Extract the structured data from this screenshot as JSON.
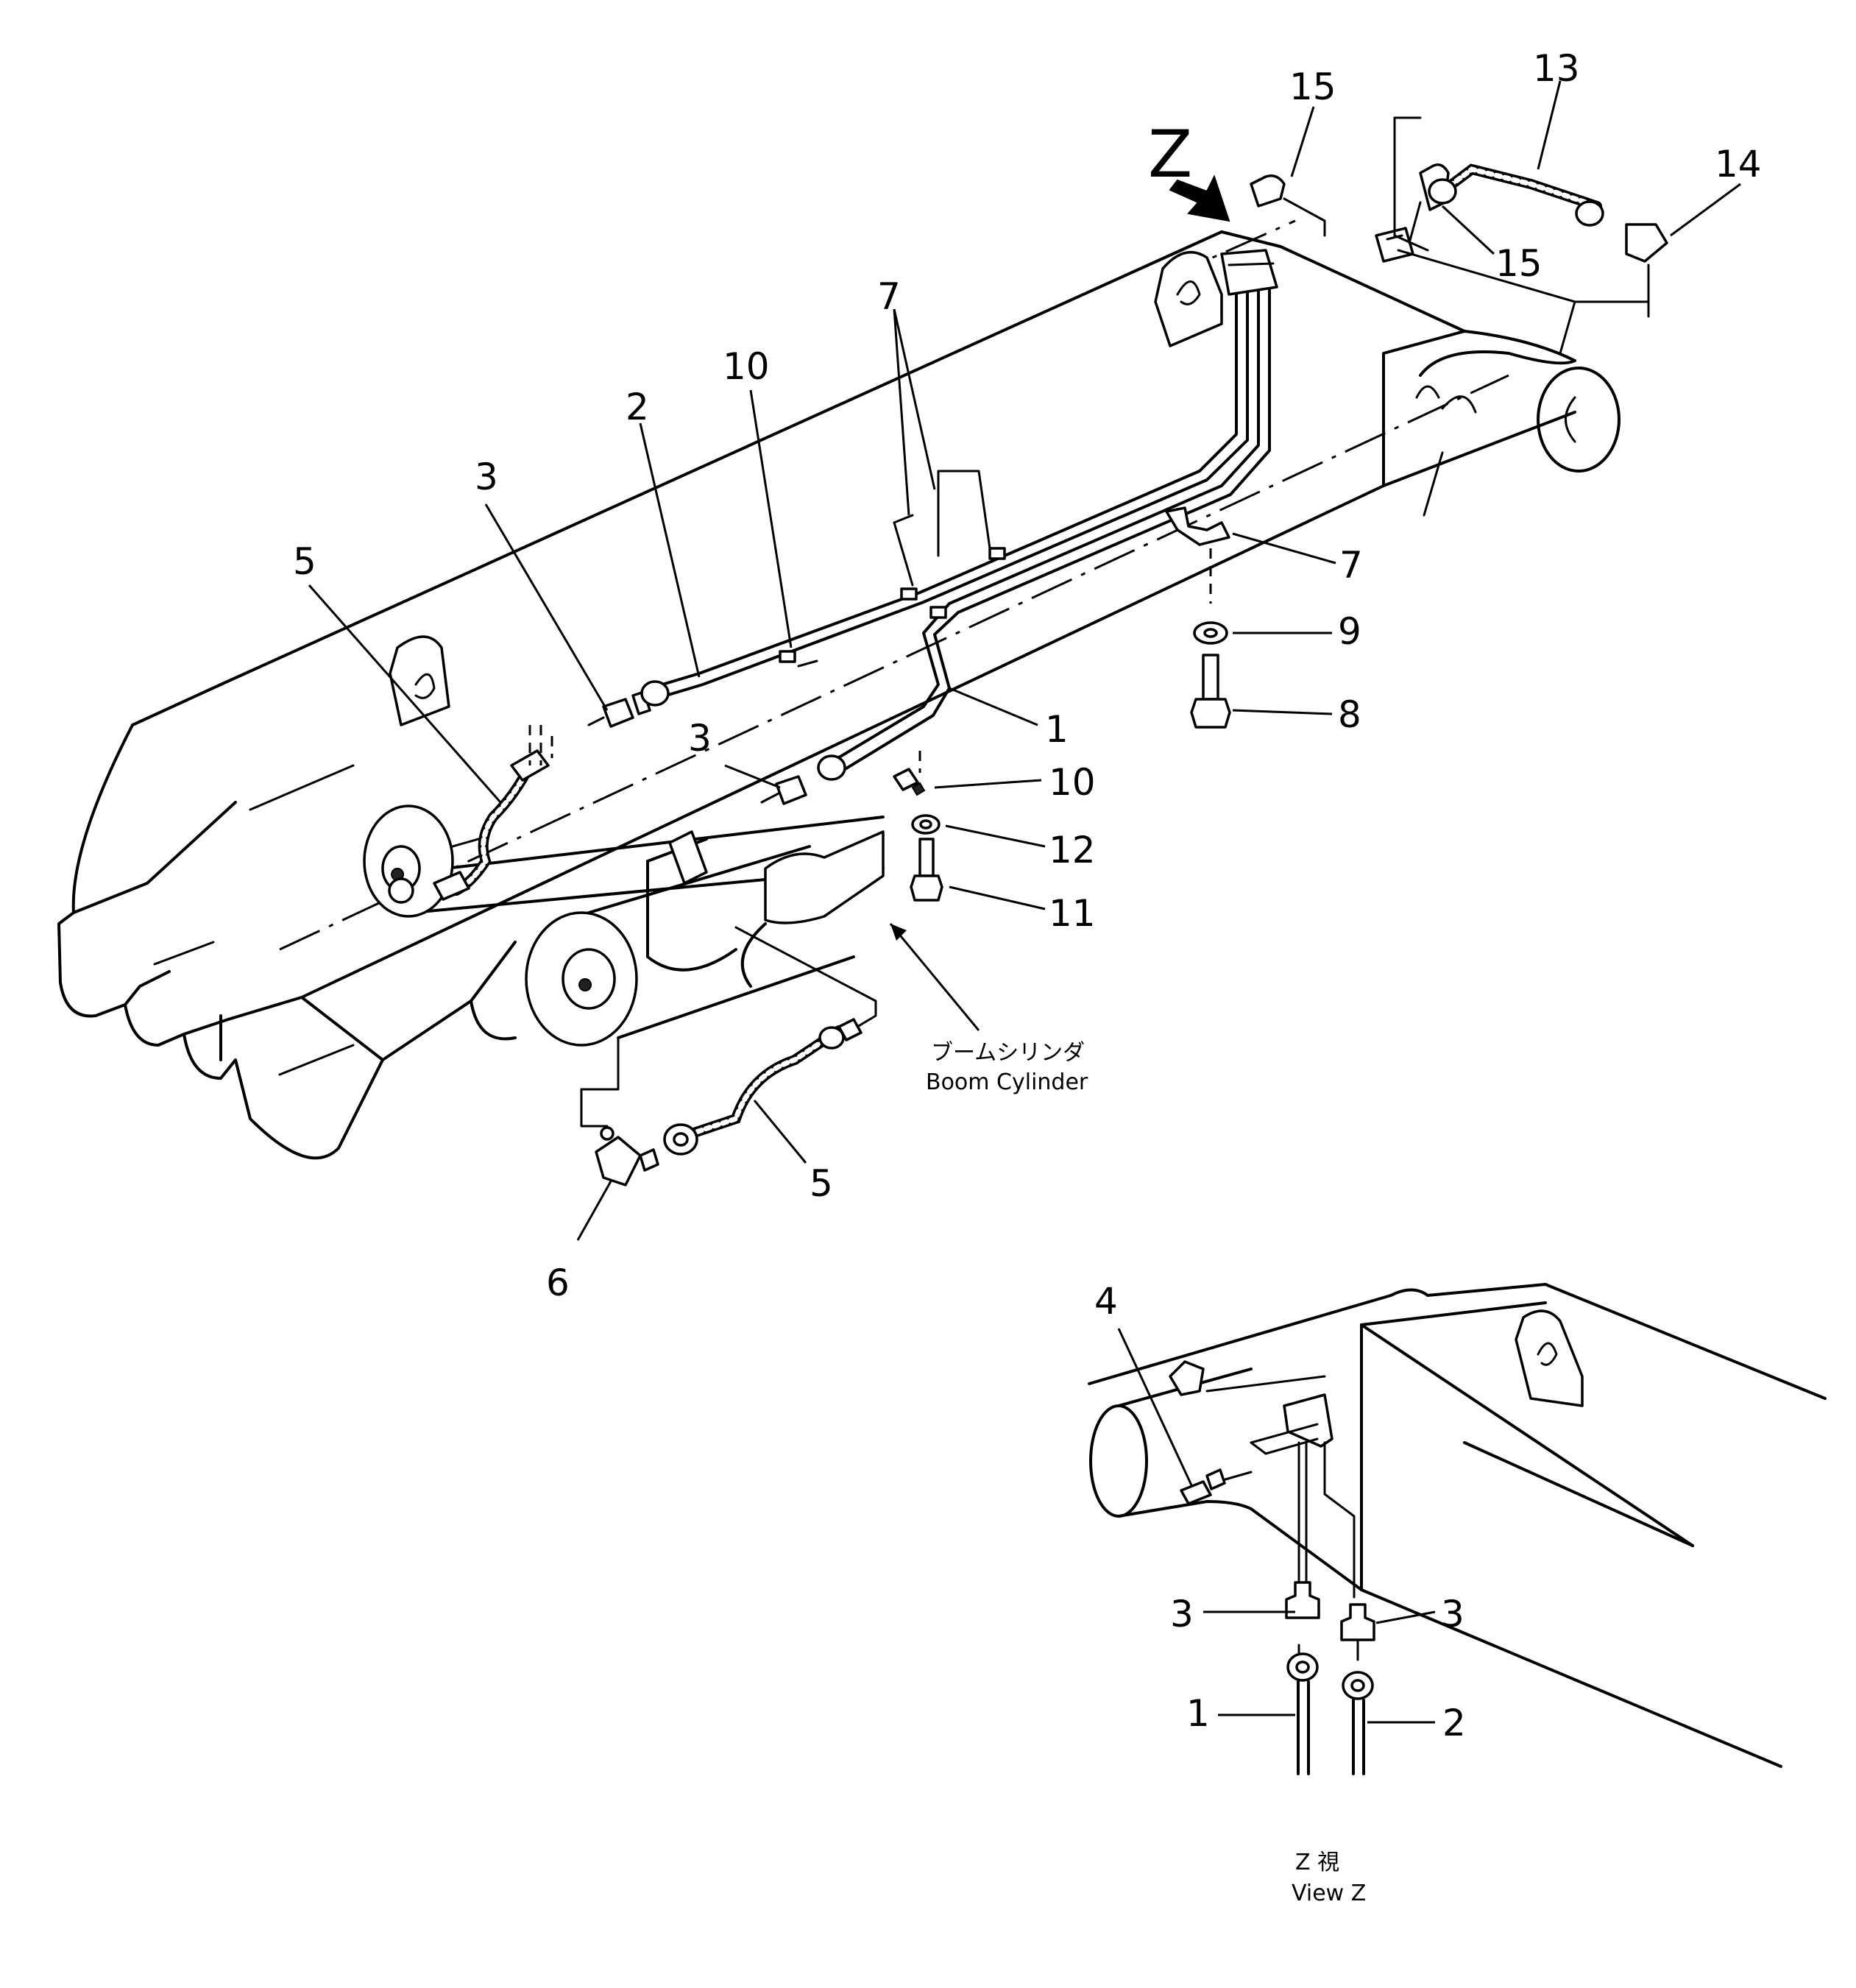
{
  "view_arrow_label": "Z",
  "boom_cylinder_label_jp": "ブームシリンダ",
  "boom_cylinder_label_en": "Boom  Cylinder",
  "view_caption_jp": "Z  視",
  "view_caption_en": "View Z",
  "callouts": {
    "c15a": "15",
    "c13": "13",
    "c14": "14",
    "c15b": "15",
    "c7a": "7",
    "c10a": "10",
    "c2a": "2",
    "c3a": "3",
    "c5a": "5",
    "c7b": "7",
    "c9": "9",
    "c8": "8",
    "c1a": "1",
    "c3b": "3",
    "c10b": "10",
    "c12": "12",
    "c11": "11",
    "c5b": "5",
    "c6": "6",
    "c4": "4",
    "c3c": "3",
    "c3d": "3",
    "c1b": "1",
    "c2b": "2"
  }
}
